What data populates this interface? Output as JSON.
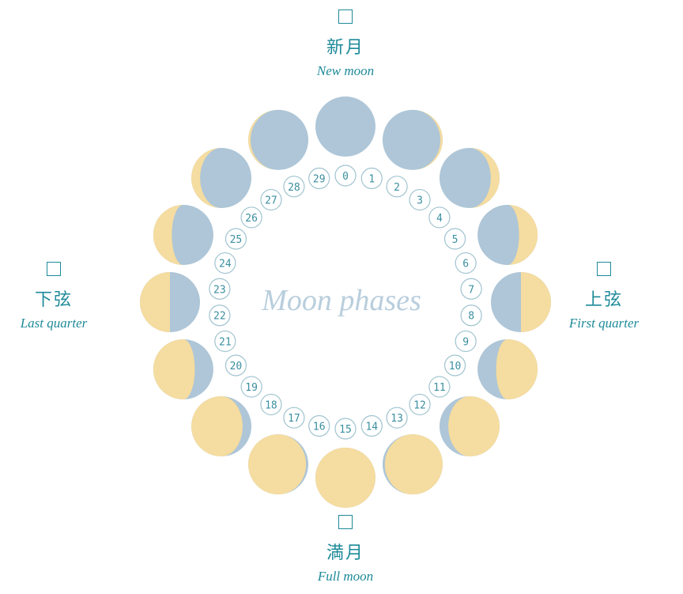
{
  "title": "Moon phases",
  "labels": {
    "new": {
      "jp": "新月",
      "en": "New moon"
    },
    "first": {
      "jp": "上弦",
      "en": "First quarter"
    },
    "full": {
      "jp": "満月",
      "en": "Full moon"
    },
    "last": {
      "jp": "下弦",
      "en": "Last quarter"
    }
  },
  "days": [
    "0",
    "1",
    "2",
    "3",
    "4",
    "5",
    "6",
    "7",
    "8",
    "9",
    "10",
    "11",
    "12",
    "13",
    "14",
    "15",
    "16",
    "17",
    "18",
    "19",
    "20",
    "21",
    "22",
    "23",
    "24",
    "25",
    "26",
    "27",
    "28",
    "29"
  ],
  "moon_phase_count": 16,
  "colors": {
    "dark": "#aec6d7",
    "light": "#f5dca0",
    "accent": "#1e8a99",
    "day_text": "#3b8fa0",
    "day_border": "#9fc3cf"
  }
}
